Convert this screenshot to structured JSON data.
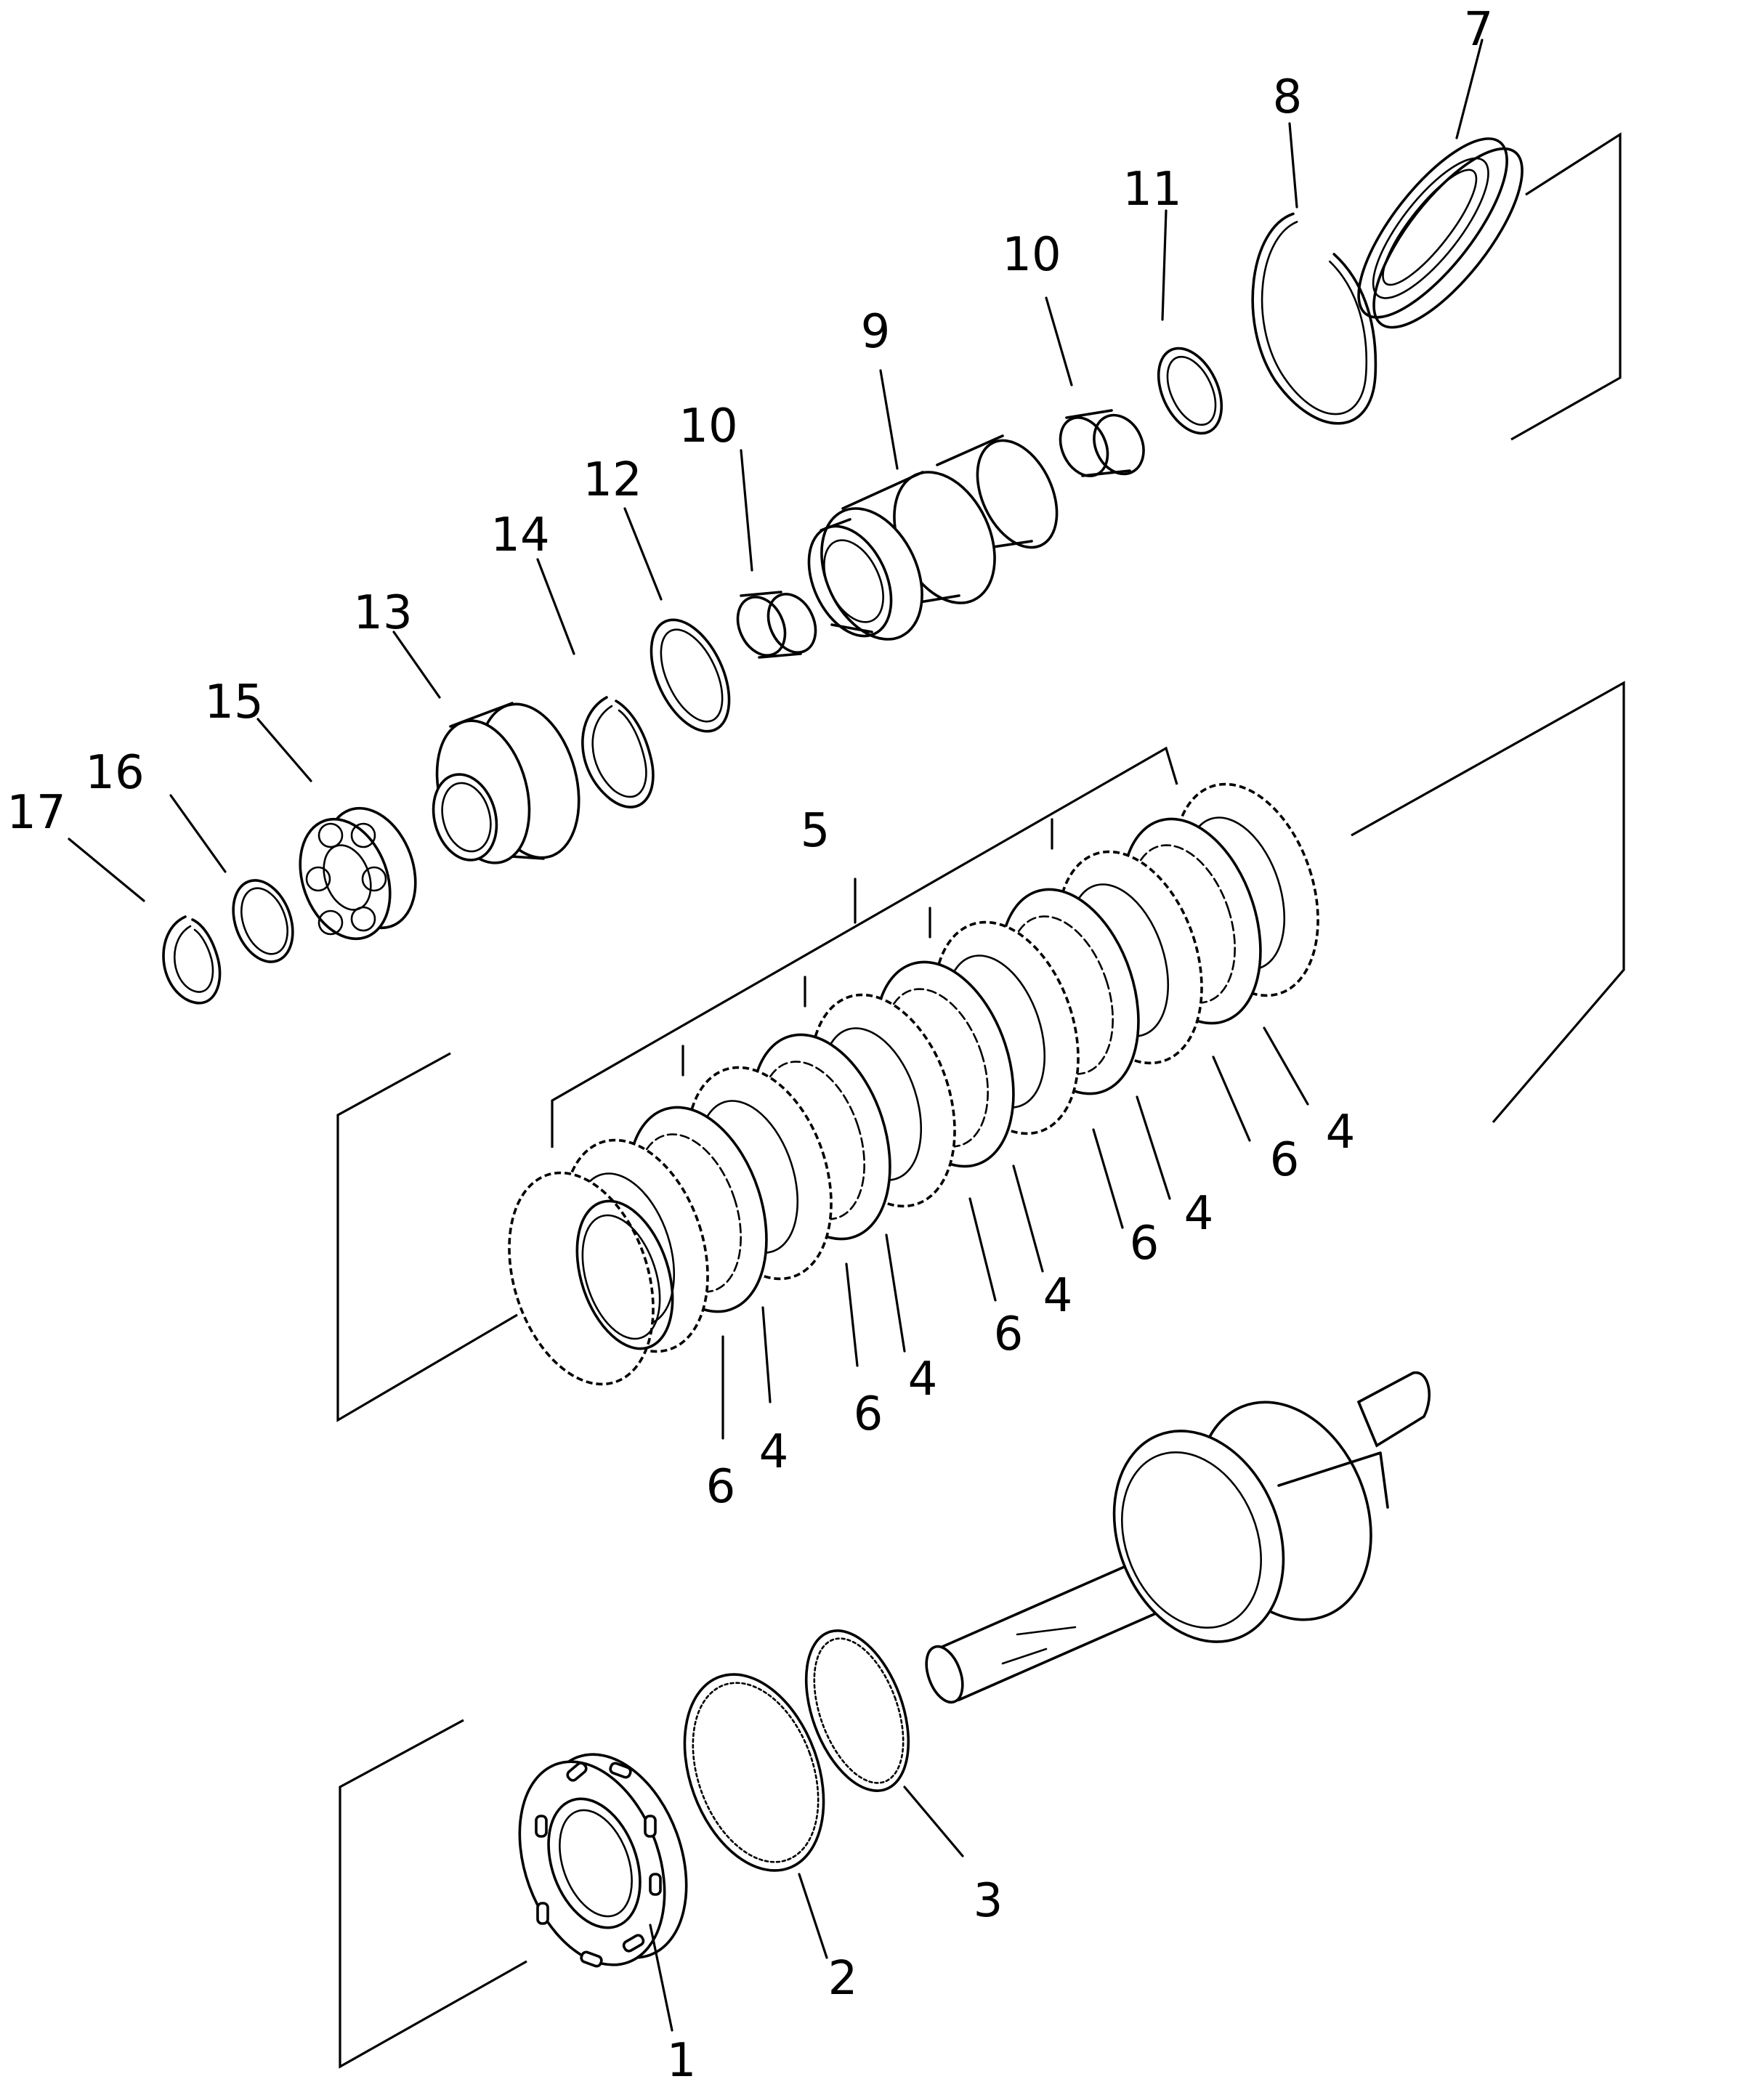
{
  "callouts": {
    "c1": "1",
    "c2": "2",
    "c3": "3",
    "c4": "4",
    "c5": "5",
    "c6": "6",
    "c7": "7",
    "c8": "8",
    "c9": "9",
    "c10": "10",
    "c11": "11",
    "c12": "12",
    "c13": "13",
    "c14": "14",
    "c15": "15",
    "c16": "16",
    "c17": "17"
  },
  "parts": [
    {
      "id": "part-1",
      "callout": "1",
      "shape": "thrust-plate-with-slots"
    },
    {
      "id": "part-2",
      "callout": "2",
      "shape": "seal-ring"
    },
    {
      "id": "part-3",
      "callout": "3",
      "shape": "seal-ring"
    },
    {
      "id": "part-4",
      "callout": "4",
      "shape": "friction-disc-x6"
    },
    {
      "id": "part-5",
      "callout": "5",
      "shape": "clutch-pack-group"
    },
    {
      "id": "part-6",
      "callout": "6",
      "shape": "separator-plate-x6"
    },
    {
      "id": "part-7",
      "callout": "7",
      "shape": "end-plate"
    },
    {
      "id": "part-8",
      "callout": "8",
      "shape": "snap-ring"
    },
    {
      "id": "part-9",
      "callout": "9",
      "shape": "gear-hub"
    },
    {
      "id": "part-10",
      "callout": "10",
      "shape": "needle-bearing-x2"
    },
    {
      "id": "part-11",
      "callout": "11",
      "shape": "thrust-washer"
    },
    {
      "id": "part-12",
      "callout": "12",
      "shape": "thrust-washer"
    },
    {
      "id": "part-13",
      "callout": "13",
      "shape": "gear"
    },
    {
      "id": "part-14",
      "callout": "14",
      "shape": "snap-ring"
    },
    {
      "id": "part-15",
      "callout": "15",
      "shape": "ball-bearing"
    },
    {
      "id": "part-16",
      "callout": "16",
      "shape": "spacer-ring"
    },
    {
      "id": "part-17",
      "callout": "17",
      "shape": "snap-ring"
    }
  ]
}
